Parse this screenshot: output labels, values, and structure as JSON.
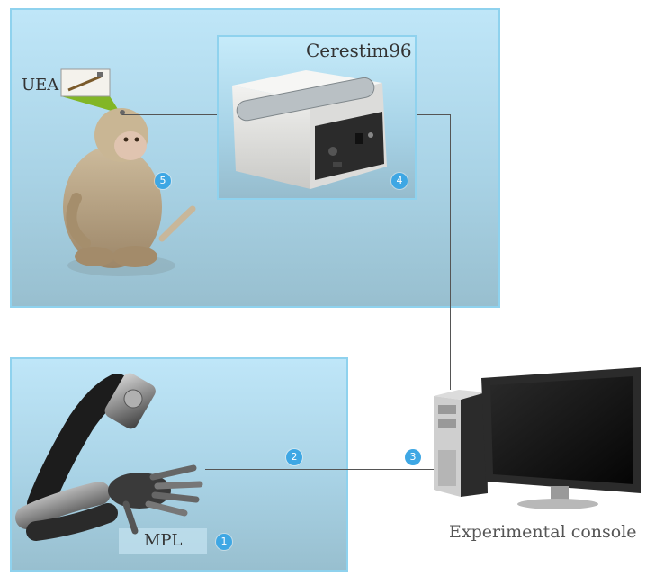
{
  "labels": {
    "stimulator": "Cerestim96",
    "electrode": "UEA",
    "prosthesis": "MPL",
    "console": "Experimental console"
  },
  "badges": {
    "mpl": "1",
    "link": "2",
    "console": "3",
    "stimulator": "4",
    "subject": "5"
  },
  "colors": {
    "panel_border": "#8fd2ee",
    "panel_fill_top": "#bfe6f8",
    "badge": "#3ea7e4",
    "wire": "#555555"
  }
}
